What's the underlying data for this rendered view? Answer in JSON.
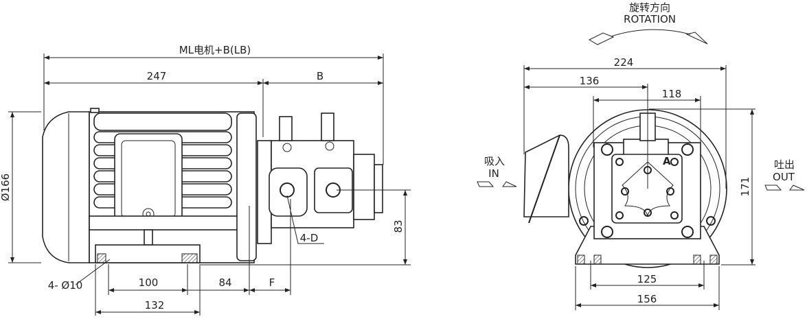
{
  "side_view": {
    "dim_overall": "ML电机+B(LB)",
    "dim_motor": "247",
    "dim_pump": "B",
    "dim_diameter": "Ø166",
    "dim_shaft_height": "83",
    "port_label": "4-D",
    "hole_label": "4- Ø10",
    "dim_foot_holes": "100",
    "dim_foot_to_port": "84",
    "dim_port_spacing": "F",
    "dim_foot_width": "132"
  },
  "front_view": {
    "rotation_cn": "旋转方向",
    "rotation_en": "ROTATION",
    "dim_width": "224",
    "dim_center": "136",
    "dim_frame": "118",
    "dim_height": "171",
    "dim_foot_holes": "125",
    "dim_foot_width": "156",
    "inlet_cn": "吸入",
    "inlet_en": "IN",
    "outlet_cn": "吐出",
    "outlet_en": "OUT",
    "port_mark": "A"
  }
}
